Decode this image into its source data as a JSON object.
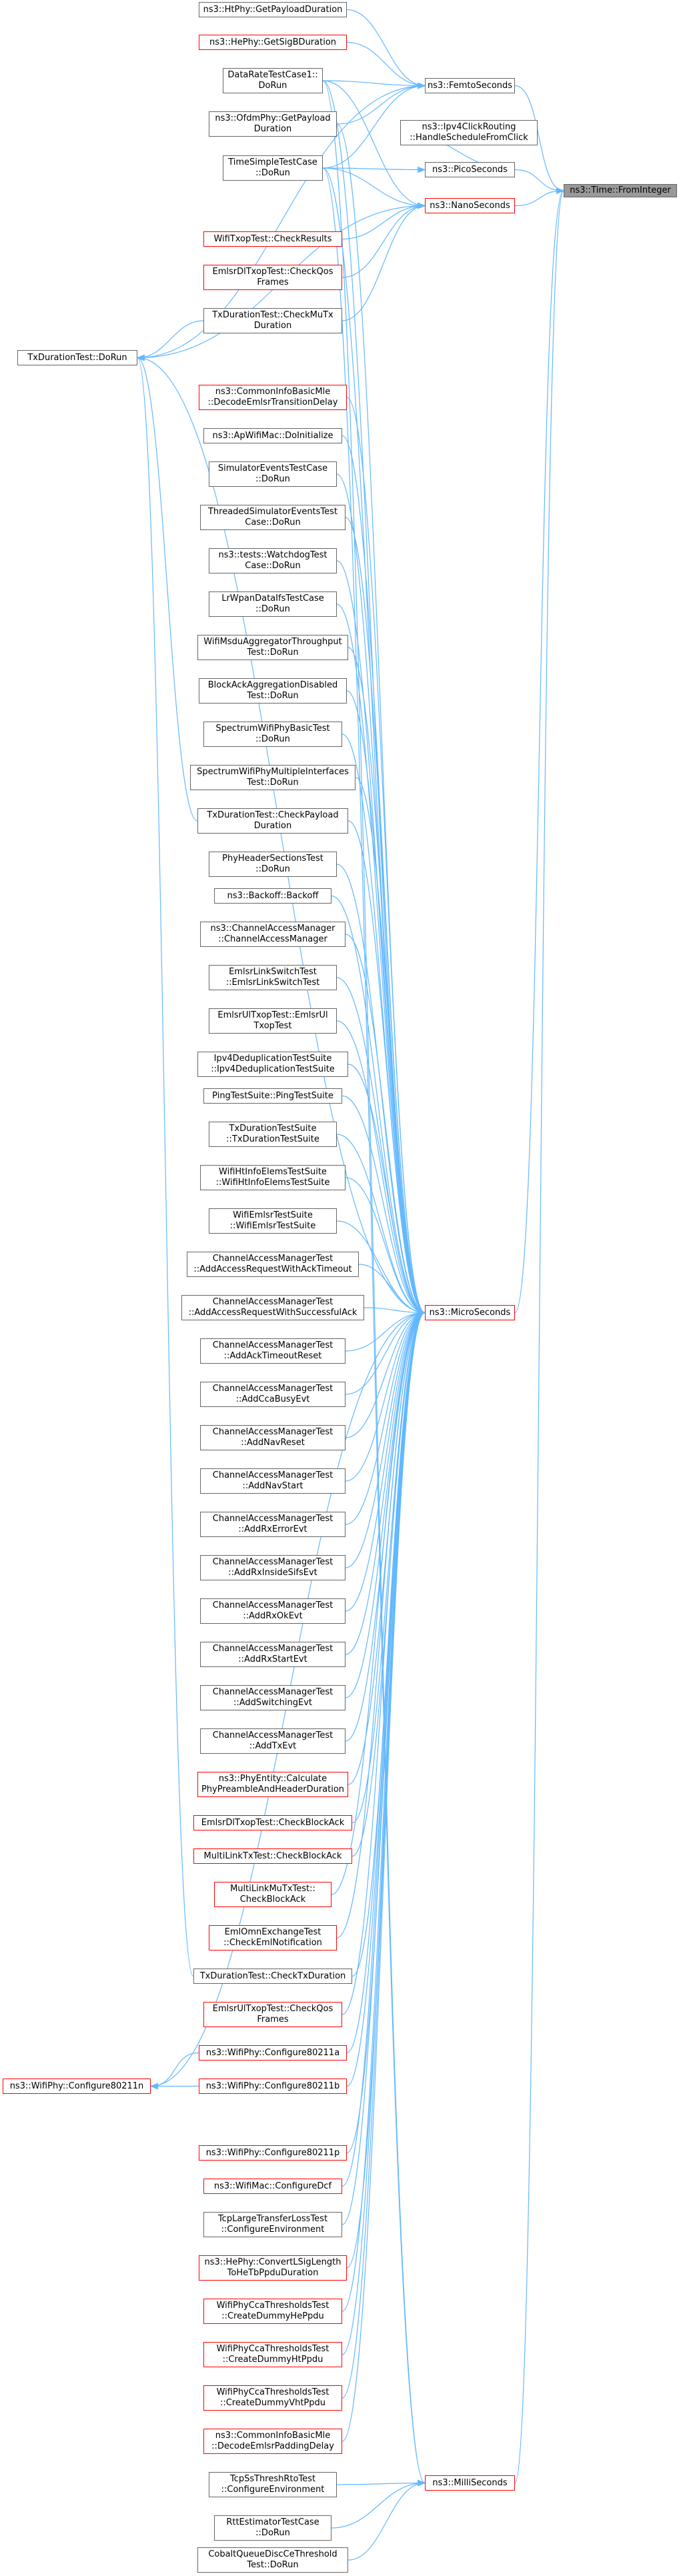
{
  "title": "ns3::Time::FromInteger",
  "colors": {
    "edge": "#63b8ff",
    "node_border": "#666666",
    "missing_border": "#ff0000",
    "target_fill": "#999999"
  },
  "nodes": [
    {
      "id": "target",
      "label": "ns3::Time::FromInteger",
      "style": "target"
    },
    {
      "id": "femto",
      "label": "ns3::FemtoSeconds",
      "style": "gray"
    },
    {
      "id": "pico",
      "label": "ns3::PicoSeconds",
      "style": "gray"
    },
    {
      "id": "nano",
      "label": "ns3::NanoSeconds",
      "style": "red"
    },
    {
      "id": "micro",
      "label": "ns3::MicroSeconds",
      "style": "red"
    },
    {
      "id": "milli",
      "label": "ns3::MilliSeconds",
      "style": "red"
    },
    {
      "id": "ipv4click",
      "label": "ns3::Ipv4ClickRouting\n::HandleScheduleFromClick",
      "style": "gray"
    },
    {
      "id": "htphypayload",
      "label": "ns3::HtPhy::GetPayloadDuration",
      "style": "gray"
    },
    {
      "id": "hephysigb",
      "label": "ns3::HePhy::GetSigBDuration",
      "style": "red"
    },
    {
      "id": "datarate",
      "label": "DataRateTestCase1::\nDoRun",
      "style": "gray"
    },
    {
      "id": "ofdmpayload",
      "label": "ns3::OfdmPhy::GetPayload\nDuration",
      "style": "gray"
    },
    {
      "id": "timesimple",
      "label": "TimeSimpleTestCase\n::DoRun",
      "style": "gray"
    },
    {
      "id": "wifitxop",
      "label": "WifiTxopTest::CheckResults",
      "style": "red"
    },
    {
      "id": "emlsrdlqos",
      "label": "EmlsrDlTxopTest::CheckQos\nFrames",
      "style": "red"
    },
    {
      "id": "txdurmu",
      "label": "TxDurationTest::CheckMuTx\nDuration",
      "style": "gray"
    },
    {
      "id": "txdurdorun",
      "label": "TxDurationTest::DoRun",
      "style": "gray"
    },
    {
      "id": "commoninfo",
      "label": "ns3::CommonInfoBasicMle\n::DecodeEmlsrTransitionDelay",
      "style": "red"
    },
    {
      "id": "apwifimac",
      "label": "ns3::ApWifiMac::DoInitialize",
      "style": "gray"
    },
    {
      "id": "simevents",
      "label": "SimulatorEventsTestCase\n::DoRun",
      "style": "gray"
    },
    {
      "id": "threadedsim",
      "label": "ThreadedSimulatorEventsTest\nCase::DoRun",
      "style": "gray"
    },
    {
      "id": "watchdog",
      "label": "ns3::tests::WatchdogTest\nCase::DoRun",
      "style": "gray"
    },
    {
      "id": "lrwpan",
      "label": "LrWpanDataIfsTestCase\n::DoRun",
      "style": "gray"
    },
    {
      "id": "msduagg",
      "label": "WifiMsduAggregatorThroughput\nTest::DoRun",
      "style": "gray"
    },
    {
      "id": "blockack",
      "label": "BlockAckAggregationDisabled\nTest::DoRun",
      "style": "gray"
    },
    {
      "id": "spectrumbasic",
      "label": "SpectrumWifiPhyBasicTest\n::DoRun",
      "style": "gray"
    },
    {
      "id": "spectrummulti",
      "label": "SpectrumWifiPhyMultipleInterfaces\nTest::DoRun",
      "style": "gray"
    },
    {
      "id": "txdurpayload",
      "label": "TxDurationTest::CheckPayload\nDuration",
      "style": "gray"
    },
    {
      "id": "phyheader",
      "label": "PhyHeaderSectionsTest\n::DoRun",
      "style": "gray"
    },
    {
      "id": "backoff",
      "label": "ns3::Backoff::Backoff",
      "style": "gray"
    },
    {
      "id": "chanaccmgr",
      "label": "ns3::ChannelAccessManager\n::ChannelAccessManager",
      "style": "gray"
    },
    {
      "id": "emlsrlink",
      "label": "EmlsrLinkSwitchTest\n::EmlsrLinkSwitchTest",
      "style": "gray"
    },
    {
      "id": "emlsrultxop",
      "label": "EmlsrUlTxopTest::EmlsrUl\nTxopTest",
      "style": "gray"
    },
    {
      "id": "ipv4dedup",
      "label": "Ipv4DeduplicationTestSuite\n::Ipv4DeduplicationTestSuite",
      "style": "gray"
    },
    {
      "id": "pingsuite",
      "label": "PingTestSuite::PingTestSuite",
      "style": "gray"
    },
    {
      "id": "txdursuite",
      "label": "TxDurationTestSuite\n::TxDurationTestSuite",
      "style": "gray"
    },
    {
      "id": "htinfoelems",
      "label": "WifiHtInfoElemsTestSuite\n::WifiHtInfoElemsTestSuite",
      "style": "gray"
    },
    {
      "id": "emlsrsuite",
      "label": "WifiEmlsrTestSuite\n::WifiEmlsrTestSuite",
      "style": "gray"
    },
    {
      "id": "cam_ackto",
      "label": "ChannelAccessManagerTest\n::AddAccessRequestWithAckTimeout",
      "style": "gray"
    },
    {
      "id": "cam_success",
      "label": "ChannelAccessManagerTest\n::AddAccessRequestWithSuccessfulAck",
      "style": "gray"
    },
    {
      "id": "cam_acktoreset",
      "label": "ChannelAccessManagerTest\n::AddAckTimeoutReset",
      "style": "gray"
    },
    {
      "id": "cam_ccabusy",
      "label": "ChannelAccessManagerTest\n::AddCcaBusyEvt",
      "style": "gray"
    },
    {
      "id": "cam_navreset",
      "label": "ChannelAccessManagerTest\n::AddNavReset",
      "style": "gray"
    },
    {
      "id": "cam_navstart",
      "label": "ChannelAccessManagerTest\n::AddNavStart",
      "style": "gray"
    },
    {
      "id": "cam_rxerror",
      "label": "ChannelAccessManagerTest\n::AddRxErrorEvt",
      "style": "gray"
    },
    {
      "id": "cam_rxinside",
      "label": "ChannelAccessManagerTest\n::AddRxInsideSifsEvt",
      "style": "gray"
    },
    {
      "id": "cam_rxok",
      "label": "ChannelAccessManagerTest\n::AddRxOkEvt",
      "style": "gray"
    },
    {
      "id": "cam_rxstart",
      "label": "ChannelAccessManagerTest\n::AddRxStartEvt",
      "style": "gray"
    },
    {
      "id": "cam_switching",
      "label": "ChannelAccessManagerTest\n::AddSwitchingEvt",
      "style": "gray"
    },
    {
      "id": "cam_tx",
      "label": "ChannelAccessManagerTest\n::AddTxEvt",
      "style": "gray"
    },
    {
      "id": "phyentity",
      "label": "ns3::PhyEntity::Calculate\nPhyPreambleAndHeaderDuration",
      "style": "red"
    },
    {
      "id": "emlsrdlblock",
      "label": "EmlsrDlTxopTest::CheckBlockAck",
      "style": "red"
    },
    {
      "id": "multilinktx",
      "label": "MultiLinkTxTest::CheckBlockAck",
      "style": "red"
    },
    {
      "id": "multilinkmu",
      "label": "MultiLinkMuTxTest::\nCheckBlockAck",
      "style": "red"
    },
    {
      "id": "emlomn",
      "label": "EmlOmnExchangeTest\n::CheckEmlNotification",
      "style": "red"
    },
    {
      "id": "txdurtx",
      "label": "TxDurationTest::CheckTxDuration",
      "style": "gray"
    },
    {
      "id": "emlsrulqos",
      "label": "EmlsrUlTxopTest::CheckQos\nFrames",
      "style": "red"
    },
    {
      "id": "conf11a",
      "label": "ns3::WifiPhy::Configure80211a",
      "style": "red"
    },
    {
      "id": "conf11n",
      "label": "ns3::WifiPhy::Configure80211n",
      "style": "red"
    },
    {
      "id": "conf11b",
      "label": "ns3::WifiPhy::Configure80211b",
      "style": "red"
    },
    {
      "id": "conf11p",
      "label": "ns3::WifiPhy::Configure80211p",
      "style": "red"
    },
    {
      "id": "confdcf",
      "label": "ns3::WifiMac::ConfigureDcf",
      "style": "red"
    },
    {
      "id": "tcplarge",
      "label": "TcpLargeTransferLossTest\n::ConfigureEnvironment",
      "style": "gray"
    },
    {
      "id": "hephyconvert",
      "label": "ns3::HePhy::ConvertLSigLength\nToHeTbPpduDuration",
      "style": "red"
    },
    {
      "id": "ccahe",
      "label": "WifiPhyCcaThresholdsTest\n::CreateDummyHePpdu",
      "style": "red"
    },
    {
      "id": "ccaht",
      "label": "WifiPhyCcaThresholdsTest\n::CreateDummyHtPpdu",
      "style": "red"
    },
    {
      "id": "ccavht",
      "label": "WifiPhyCcaThresholdsTest\n::CreateDummyVhtPpdu",
      "style": "red"
    },
    {
      "id": "commonpad",
      "label": "ns3::CommonInfoBasicMle\n::DecodeEmlsrPaddingDelay",
      "style": "red"
    },
    {
      "id": "tcpssthresh",
      "label": "TcpSsThreshRtoTest\n::ConfigureEnvironment",
      "style": "gray"
    },
    {
      "id": "rttestimator",
      "label": "RttEstimatorTestCase\n::DoRun",
      "style": "gray"
    },
    {
      "id": "cobalt",
      "label": "CobaltQueueDiscCeThreshold\nTest::DoRun",
      "style": "gray"
    }
  ],
  "edges": [
    [
      "femto",
      "target"
    ],
    [
      "pico",
      "target"
    ],
    [
      "nano",
      "target"
    ],
    [
      "micro",
      "target"
    ],
    [
      "milli",
      "target"
    ],
    [
      "htphypayload",
      "femto"
    ],
    [
      "hephysigb",
      "femto"
    ],
    [
      "datarate",
      "femto"
    ],
    [
      "ofdmpayload",
      "femto"
    ],
    [
      "timesimple",
      "femto"
    ],
    [
      "txdurdorun",
      "femto"
    ],
    [
      "ipv4click",
      "pico"
    ],
    [
      "timesimple",
      "pico"
    ],
    [
      "datarate",
      "nano"
    ],
    [
      "timesimple",
      "nano"
    ],
    [
      "wifitxop",
      "nano"
    ],
    [
      "emlsrdlqos",
      "nano"
    ],
    [
      "txdurmu",
      "nano"
    ],
    [
      "txdurdorun",
      "nano"
    ],
    [
      "txdurmu",
      "txdurdorun"
    ],
    [
      "txdurpayload",
      "txdurdorun"
    ],
    [
      "txdurtx",
      "txdurdorun"
    ],
    [
      "conf11a",
      "conf11n"
    ],
    [
      "conf11b",
      "conf11n"
    ],
    [
      "datarate",
      "micro"
    ],
    [
      "timesimple",
      "micro"
    ],
    [
      "ofdmpayload",
      "micro"
    ],
    [
      "txdurdorun",
      "micro"
    ],
    [
      "commoninfo",
      "micro"
    ],
    [
      "apwifimac",
      "micro"
    ],
    [
      "simevents",
      "micro"
    ],
    [
      "threadedsim",
      "micro"
    ],
    [
      "watchdog",
      "micro"
    ],
    [
      "lrwpan",
      "micro"
    ],
    [
      "msduagg",
      "micro"
    ],
    [
      "blockack",
      "micro"
    ],
    [
      "spectrumbasic",
      "micro"
    ],
    [
      "spectrummulti",
      "micro"
    ],
    [
      "txdurpayload",
      "micro"
    ],
    [
      "phyheader",
      "micro"
    ],
    [
      "backoff",
      "micro"
    ],
    [
      "chanaccmgr",
      "micro"
    ],
    [
      "emlsrlink",
      "micro"
    ],
    [
      "emlsrultxop",
      "micro"
    ],
    [
      "ipv4dedup",
      "micro"
    ],
    [
      "pingsuite",
      "micro"
    ],
    [
      "txdursuite",
      "micro"
    ],
    [
      "htinfoelems",
      "micro"
    ],
    [
      "emlsrsuite",
      "micro"
    ],
    [
      "cam_ackto",
      "micro"
    ],
    [
      "cam_success",
      "micro"
    ],
    [
      "cam_acktoreset",
      "micro"
    ],
    [
      "cam_ccabusy",
      "micro"
    ],
    [
      "cam_navreset",
      "micro"
    ],
    [
      "cam_navstart",
      "micro"
    ],
    [
      "cam_rxerror",
      "micro"
    ],
    [
      "cam_rxinside",
      "micro"
    ],
    [
      "cam_rxok",
      "micro"
    ],
    [
      "cam_rxstart",
      "micro"
    ],
    [
      "cam_switching",
      "micro"
    ],
    [
      "cam_tx",
      "micro"
    ],
    [
      "phyentity",
      "micro"
    ],
    [
      "emlsrdlblock",
      "micro"
    ],
    [
      "multilinktx",
      "micro"
    ],
    [
      "multilinkmu",
      "micro"
    ],
    [
      "emlomn",
      "micro"
    ],
    [
      "txdurtx",
      "micro"
    ],
    [
      "emlsrulqos",
      "micro"
    ],
    [
      "conf11a",
      "micro"
    ],
    [
      "conf11n",
      "micro"
    ],
    [
      "conf11b",
      "micro"
    ],
    [
      "conf11p",
      "micro"
    ],
    [
      "confdcf",
      "micro"
    ],
    [
      "tcplarge",
      "micro"
    ],
    [
      "hephyconvert",
      "micro"
    ],
    [
      "ccahe",
      "micro"
    ],
    [
      "ccaht",
      "micro"
    ],
    [
      "ccavht",
      "micro"
    ],
    [
      "commonpad",
      "micro"
    ],
    [
      "datarate",
      "milli"
    ],
    [
      "timesimple",
      "milli"
    ],
    [
      "tcpssthresh",
      "milli"
    ],
    [
      "rttestimator",
      "milli"
    ],
    [
      "cobalt",
      "milli"
    ]
  ]
}
